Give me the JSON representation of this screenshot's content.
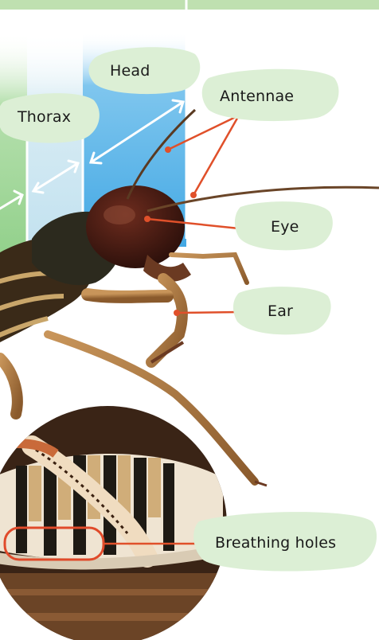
{
  "labels": {
    "head": "Head",
    "thorax": "Thorax",
    "antennae": "Antennae",
    "eye": "Eye",
    "ear": "Ear",
    "breathing_holes": "Breathing holes"
  },
  "colors": {
    "label_bg": "#dcefd5",
    "head_band": "#5ab4e6",
    "thorax_band": "#cfe7f2",
    "abdomen_band": "#9fd69a",
    "leader_line": "#e0502a",
    "arrow": "#ffffff",
    "highlight": "#e04a2a"
  }
}
